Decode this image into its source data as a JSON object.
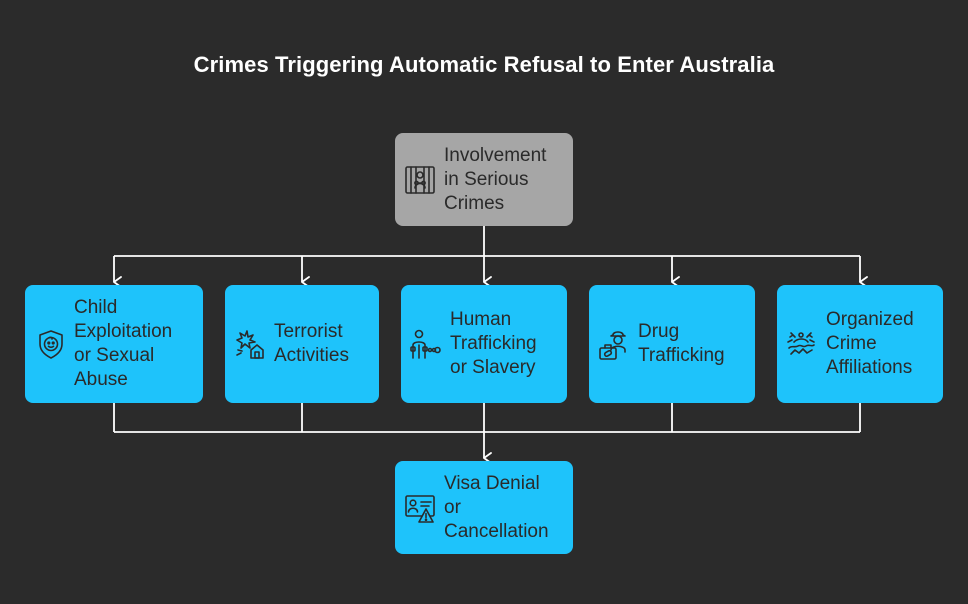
{
  "title": "Crimes Triggering Automatic Refusal to Enter Australia",
  "root": {
    "label": "Involvement\nin Serious\nCrimes",
    "icon": "prisoner-icon"
  },
  "crimes": [
    {
      "label": "Child\nExploitation\nor Sexual\nAbuse",
      "icon": "child-face-shield-icon"
    },
    {
      "label": "Terrorist\nActivities",
      "icon": "bomb-explosion-icon"
    },
    {
      "label": "Human\nTrafficking\nor Slavery",
      "icon": "chained-person-icon"
    },
    {
      "label": "Drug\nTrafficking",
      "icon": "drug-courier-icon"
    },
    {
      "label": "Organized\nCrime\nAffiliations",
      "icon": "network-crime-icon"
    }
  ],
  "outcome": {
    "label": "Visa Denial\nor\nCancellation",
    "icon": "id-card-warning-icon"
  },
  "colors": {
    "background": "#2b2b2b",
    "root_fill": "#a6a6a6",
    "node_fill": "#1ec3fb",
    "connector": "#ffffff",
    "text": "#2a2a2a"
  }
}
